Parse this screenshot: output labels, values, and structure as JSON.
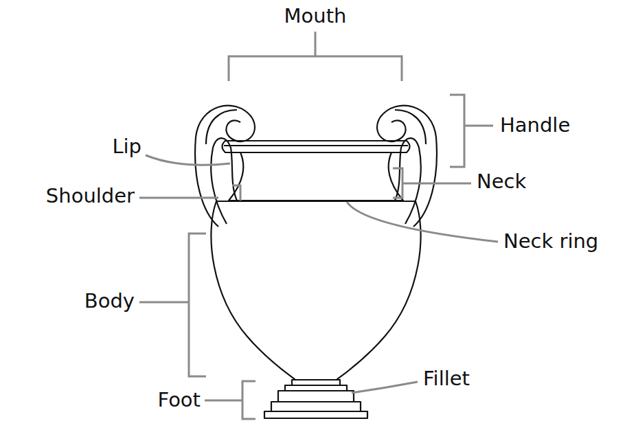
{
  "diagram": {
    "labels": [
      "Mouth",
      "Handle",
      "Lip",
      "Neck",
      "Shoulder",
      "Neck ring",
      "Body",
      "Fillet",
      "Foot"
    ]
  }
}
